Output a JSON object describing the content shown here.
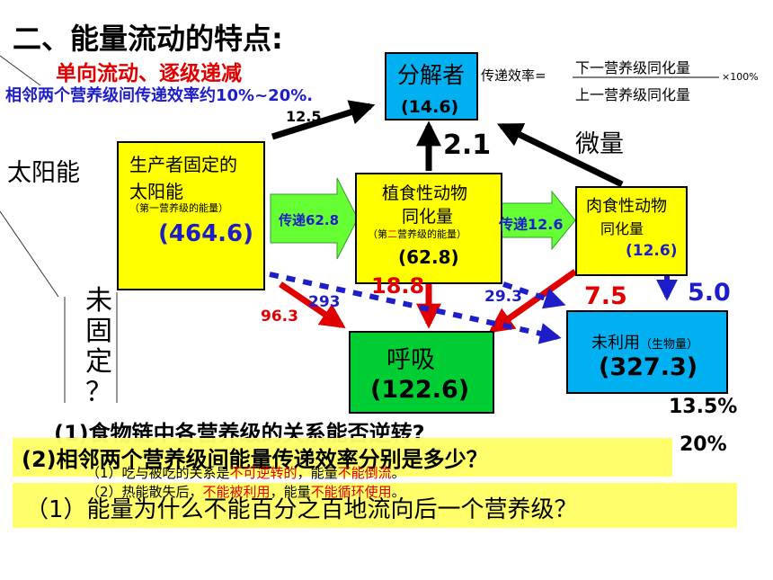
{
  "title": "二、能量流动的特点:",
  "features": "单向流动、逐级递减",
  "efficiency_note": "相邻两个营养级间传递效率约10%~20%.",
  "sun": "太阳能",
  "unfixed": [
    "未",
    "固",
    "定",
    "？"
  ],
  "formula": {
    "label": "传递效率=",
    "numerator": "下一营养级同化量",
    "denominator": "上一营养级同化量",
    "multiplier": "×100%"
  },
  "trace": "微量",
  "producer": {
    "title1": "生产者固定的",
    "title2": "太阳能",
    "sub": "（第一营养级的能量）",
    "value": "(464.6)"
  },
  "herbivore": {
    "title1": "植食性动物",
    "title2": "同化量",
    "sub_a": "（第",
    "sub_b": "二",
    "sub_c": "营养级的能量）",
    "value": "(62.8)"
  },
  "carnivore": {
    "title1": "肉食性动物",
    "title2": "同化量",
    "value": "(12.6)"
  },
  "decomposer": {
    "title": "分解者",
    "value": "(14.6)"
  },
  "respiration": {
    "title": "呼吸",
    "value": "(122.6)"
  },
  "unused": {
    "title": "未利用",
    "sub": "（生物量）",
    "value": "(327.3)"
  },
  "transfer1": "传递62.8",
  "transfer2": "传递12.6",
  "flows": {
    "producer_to_decomposer": "12.5",
    "herbivore_to_decomposer": "2.1",
    "producer_to_respiration": "96.3",
    "producer_to_unused": "293",
    "herbivore_to_respiration": "18.8",
    "herbivore_to_unused": "29.3",
    "carnivore_to_respiration": "7.5",
    "carnivore_to_unused": "5.0"
  },
  "efficiency_values": [
    "13.5%",
    "20%"
  ],
  "question1_bg": "(1)食物链中各营养级的关系能否逆转?",
  "question2": "(2)相邻两个营养级间能量传递效率分别是多少？",
  "answer_line1": {
    "a": "（1）吃与被吃的关系是",
    "b": "不可逆转的",
    "c": "，能量",
    "d": "不能倒流",
    "e": "。"
  },
  "answer_line2": {
    "a": "（2）热能散失后，",
    "b": "不能被利用",
    "c": "，能量",
    "d": "不能循环使用",
    "e": "。"
  },
  "question3": "（1）能量为什么不能百分之百地流向后一个营养级？"
}
